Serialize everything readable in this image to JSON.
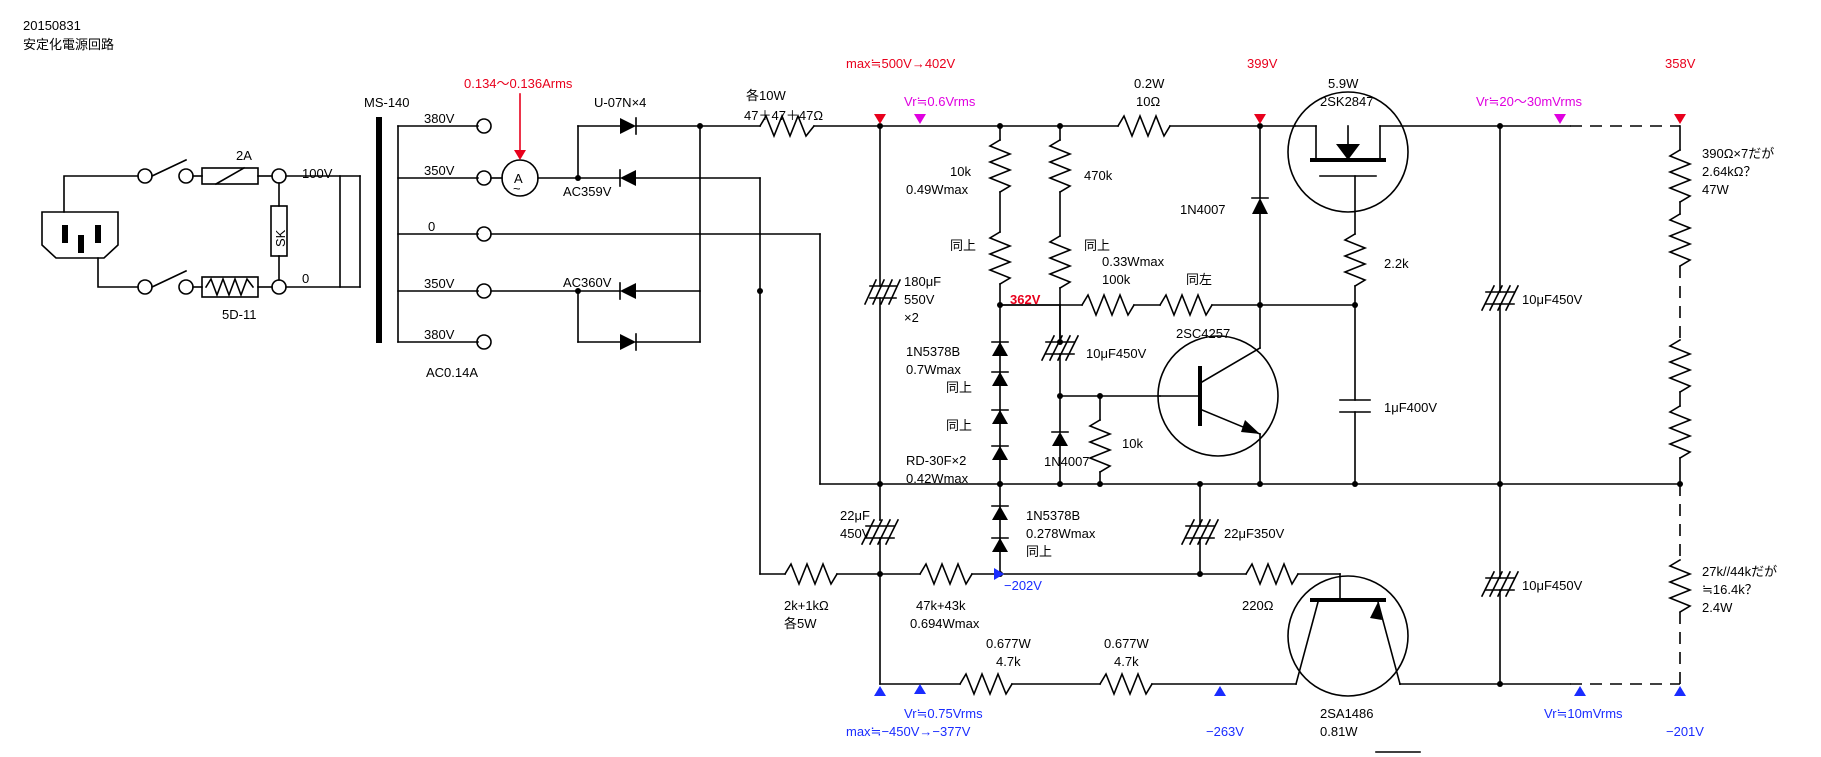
{
  "header": {
    "date": "20150831",
    "title": "安定化電源回路"
  },
  "labels": {
    "fuse": "2A",
    "ntc": "5D-11",
    "sk": "SK",
    "out_100v": "100V",
    "out_0": "0",
    "transformer": "MS-140",
    "tap_380a": "380V",
    "tap_350a": "350V",
    "tap_0": "0",
    "tap_350b": "350V",
    "tap_380b": "380V",
    "trans_current": "AC0.14A",
    "ammeter_letter": "A",
    "ammeter_tilde": "~",
    "ammeter_reading": "0.134～0.136Arms",
    "diodes": "U-07N×4",
    "ac359": "AC359V",
    "ac360": "AC360V",
    "r_in_power": "各10W",
    "r_in_value": "47＋47＋47Ω",
    "vmax_top": "max≒500V→402V",
    "vr_06": "Vr≒0.6Vrms",
    "r_10k": "10k",
    "r_10k_pw": "0.49Wmax",
    "same1": "同上",
    "same2": "同上",
    "r_470k": "470k",
    "r_100k_pw": "0.33Wmax",
    "r_100k": "100k",
    "same_left": "同左",
    "c_180": "180μF",
    "c_180_v": "550V",
    "c_180_n": "×2",
    "v362": "362V",
    "r_02w": "0.2W",
    "r_10ohm": "10Ω",
    "v399": "399V",
    "d_1n4007_top": "1N4007",
    "q_fet_pw": "5.9W",
    "q_fet": "2SK2847",
    "r_22k": "2.2k",
    "vr_20_30": "Vr≒20～30mVrms",
    "v358": "358V",
    "r_390": "390Ω×7だが",
    "r_390_b": "2.64kΩ？",
    "r_390_pw": "47W",
    "c_10_top": "10μF450V",
    "z_1n5378b": "1N5378B",
    "z_07w": "0.7Wmax",
    "same3": "同上",
    "same4": "同上",
    "rd30f": "RD-30F×2",
    "rd30f_pw": "0.42Wmax",
    "c_10_mid": "10μF450V",
    "d_1n4007_bot": "1N4007",
    "r_10k_b": "10k",
    "q_2sc4257": "2SC4257",
    "c_1uf": "1μF400V",
    "c_22_left": "22μF",
    "c_22_left_v": "450V",
    "z_1n5378b_b": "1N5378B",
    "z_0278w": "0.278Wmax",
    "same5": "同上",
    "c_22_350": "22μF350V",
    "v_m202": "−202V",
    "r_2k1k": "2k+1kΩ",
    "r_2k1k_pw": "各5W",
    "r_47k43k": "47k+43k",
    "r_47k43k_pw": "0.694Wmax",
    "r_220": "220Ω",
    "c_10_bot": "10μF450V",
    "r_27k": "27k//44kだが",
    "r_27k_b": "≒16.4k？",
    "r_27k_pw": "2.4W",
    "r_0677w_a": "0.677W",
    "r_47k_a": "4.7k",
    "r_0677w_b": "0.677W",
    "r_47k_b": "4.7k",
    "vr_075": "Vr≒0.75Vrms",
    "vmax_bot": "max≒−450V→−377V",
    "v_m263": "−263V",
    "q_2sa1486": "2SA1486",
    "q_2sa1486_pw": "0.81W",
    "vr_10m": "Vr≒10mVrms",
    "v_m201": "−201V"
  },
  "colors": {
    "red": "#e8001c",
    "magenta": "#e000e0",
    "blue": "#1a2cff"
  }
}
